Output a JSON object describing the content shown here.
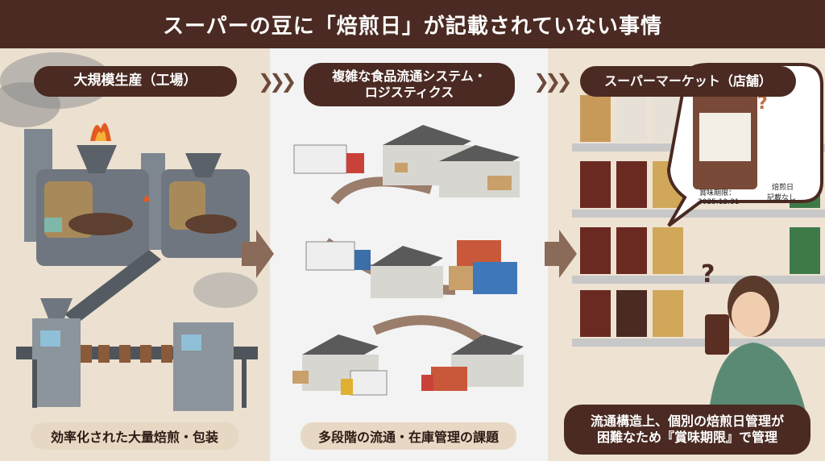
{
  "title": "スーパーの豆に「焙煎日」が記載されていない事情",
  "sections": [
    {
      "heading": "大規模生産（工場）",
      "caption": "効率化された大量焙煎・包装"
    },
    {
      "heading_line1": "複雑な食品流通システム・",
      "heading_line2": "ロジスティクス",
      "caption": "多段階の流通・在庫管理の課題"
    },
    {
      "heading": "スーパーマーケット（店舗）",
      "caption_line1": "流通構造上、個別の焙煎日管理が",
      "caption_line2": "困難なため『賞味期限』で管理"
    }
  ],
  "bubble": {
    "label": "賞味期限：",
    "date": "2025.12.31",
    "note_line1": "焙煎日",
    "note_line2": "記載なし"
  },
  "icons": [
    "factory-illustration",
    "warehouse-illustration",
    "truck-illustration",
    "container-illustration",
    "shelf-illustration",
    "shopper-illustration",
    "question-mark-icon"
  ],
  "colors": {
    "header_bg": "#4a2a22",
    "pill_bg": "#4a2a22",
    "caption_bg": "#e7d8c4",
    "arrow": "#8a6a58"
  }
}
